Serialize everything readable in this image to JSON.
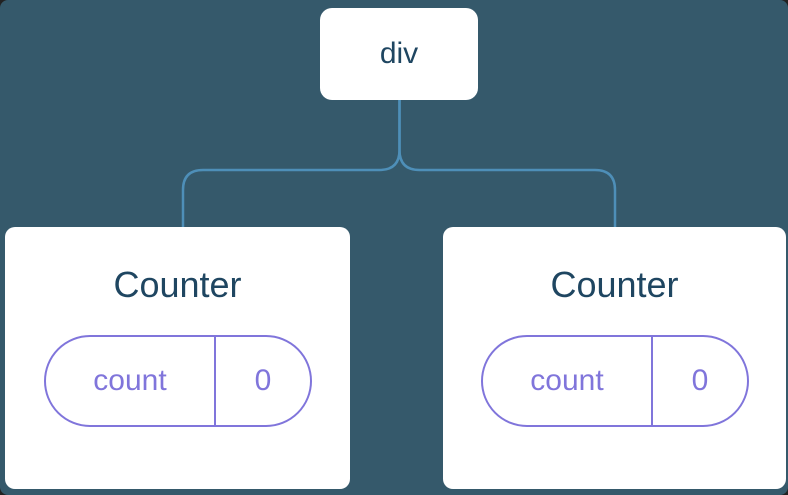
{
  "tree": {
    "root": {
      "label": "div"
    },
    "children": [
      {
        "title": "Counter",
        "state": {
          "key": "count",
          "value": "0"
        }
      },
      {
        "title": "Counter",
        "state": {
          "key": "count",
          "value": "0"
        }
      }
    ]
  },
  "colors": {
    "background": "#35596B",
    "connector": "#4E8FB8",
    "node_bg": "#FFFFFF",
    "node_text": "#1F4661",
    "state_accent": "#8075DB"
  }
}
